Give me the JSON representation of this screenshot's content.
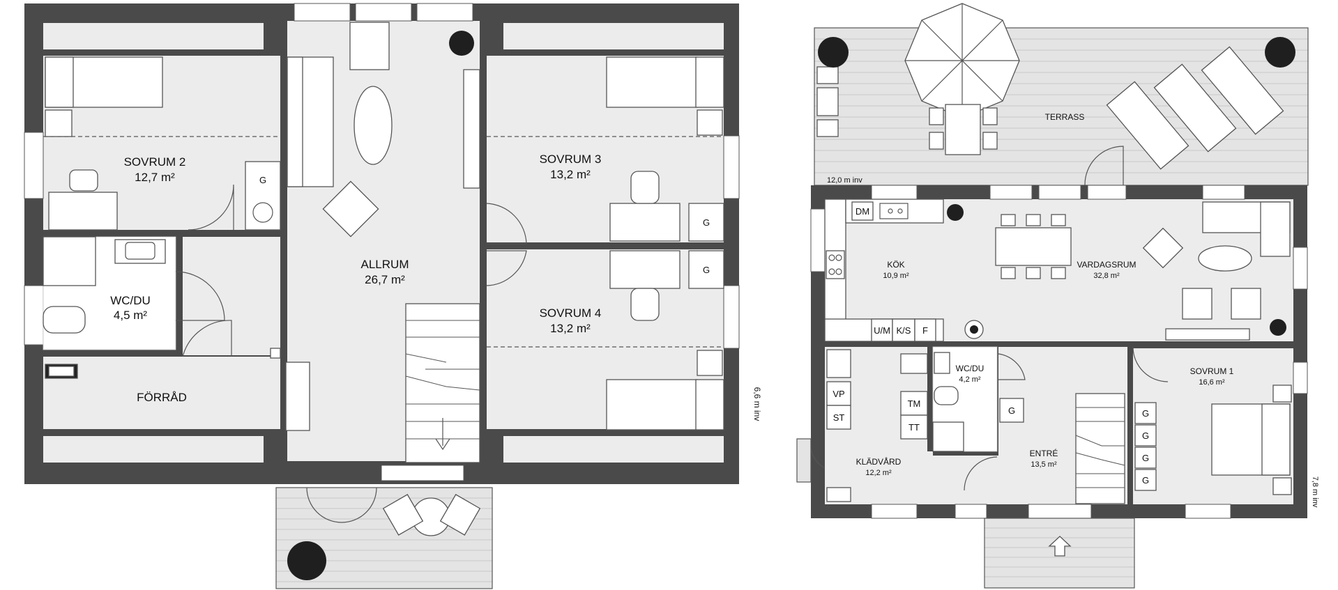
{
  "upper_floor": {
    "rooms": {
      "sovrum2": {
        "name": "SOVRUM 2",
        "area": "12,7 m²"
      },
      "sovrum3": {
        "name": "SOVRUM 3",
        "area": "13,2 m²"
      },
      "sovrum4": {
        "name": "SOVRUM 4",
        "area": "13,2 m²"
      },
      "allrum": {
        "name": "ALLRUM",
        "area": "26,7 m²"
      },
      "wcdu": {
        "name": "WC/DU",
        "area": "4,5 m²"
      },
      "forrad": {
        "name": "FÖRRÅD"
      }
    },
    "appliance_labels": {
      "g1": "G",
      "g2": "G",
      "g3": "G"
    },
    "dimension": "6,6 m inv"
  },
  "ground_floor": {
    "rooms": {
      "terrass": {
        "name": "TERRASS"
      },
      "kok": {
        "name": "KÖK",
        "area": "10,9 m²"
      },
      "vardagsrum": {
        "name": "VARDAGSRUM",
        "area": "32,8 m²"
      },
      "sovrum1": {
        "name": "SOVRUM 1",
        "area": "16,6 m²"
      },
      "wcdu": {
        "name": "WC/DU",
        "area": "4,2 m²"
      },
      "kladvard": {
        "name": "KLÄDVÅRD",
        "area": "12,2 m²"
      },
      "entre": {
        "name": "ENTRÉ",
        "area": "13,5 m²"
      }
    },
    "appliance_labels": {
      "dm": "DM",
      "um": "U/M",
      "ks": "K/S",
      "f": "F",
      "vp": "VP",
      "st": "ST",
      "tm": "TM",
      "tt": "TT",
      "g_entre": "G",
      "g_wardrobe": [
        "G",
        "G",
        "G",
        "G"
      ]
    },
    "dimension_width": "12,0 m inv",
    "dimension_depth": "7,8 m inv"
  },
  "colors": {
    "wall": "#4a4a4a",
    "floor": "#ececec",
    "furniture": "#ffffff"
  }
}
